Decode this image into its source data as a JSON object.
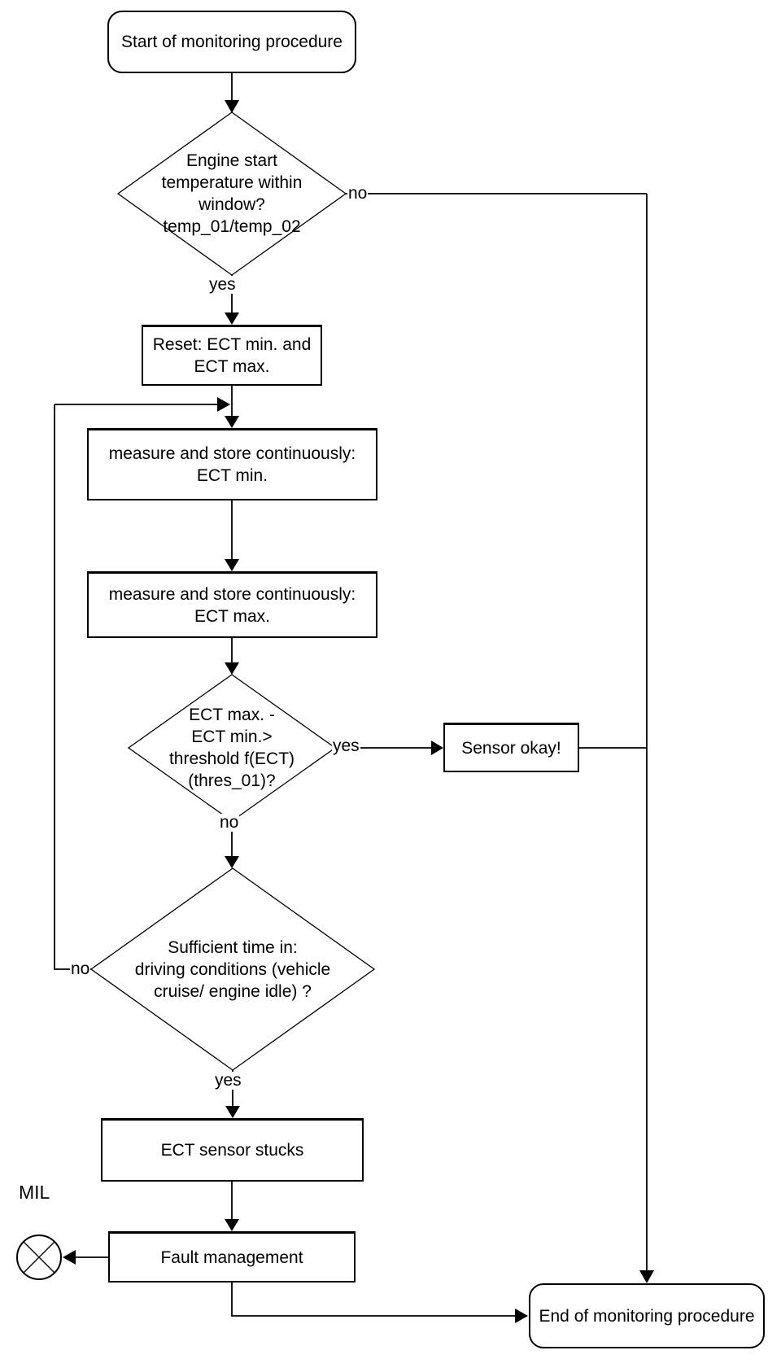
{
  "colors": {
    "stroke": "#000000",
    "background": "#ffffff",
    "text": "#000000"
  },
  "nodes": {
    "start": {
      "type": "terminator",
      "label": "Start of monitoring procedure"
    },
    "engine_start_temp_check": {
      "type": "decision",
      "label": "Engine start\ntemperature within\nwindow?\ntemp_01/temp_02"
    },
    "reset": {
      "type": "process",
      "label": "Reset: ECT min. and\nECT max."
    },
    "measure_ect_min": {
      "type": "process",
      "label": "measure and store continuously:\nECT min."
    },
    "measure_ect_max": {
      "type": "process",
      "label": "measure and store continuously:\nECT max."
    },
    "threshold_check": {
      "type": "decision",
      "label": "ECT max. -\nECT min.>\nthreshold f(ECT)\n(thres_01)?"
    },
    "sensor_okay": {
      "type": "process",
      "label": "Sensor okay!"
    },
    "sufficient_time_check": {
      "type": "decision",
      "label": "Sufficient time in:\ndriving conditions (vehicle\ncruise/ engine idle) ?"
    },
    "ect_sensor_stucks": {
      "type": "process",
      "label": "ECT sensor stucks"
    },
    "fault_management": {
      "type": "process",
      "label": "Fault management"
    },
    "end": {
      "type": "terminator",
      "label": "End of monitoring procedure"
    }
  },
  "edge_labels": {
    "no_temp_window": "no",
    "yes_temp_window": "yes",
    "yes_threshold": "yes",
    "no_threshold": "no",
    "no_sufficient_time": "no",
    "yes_sufficient_time": "yes"
  },
  "annotations": {
    "mil": "MIL"
  }
}
